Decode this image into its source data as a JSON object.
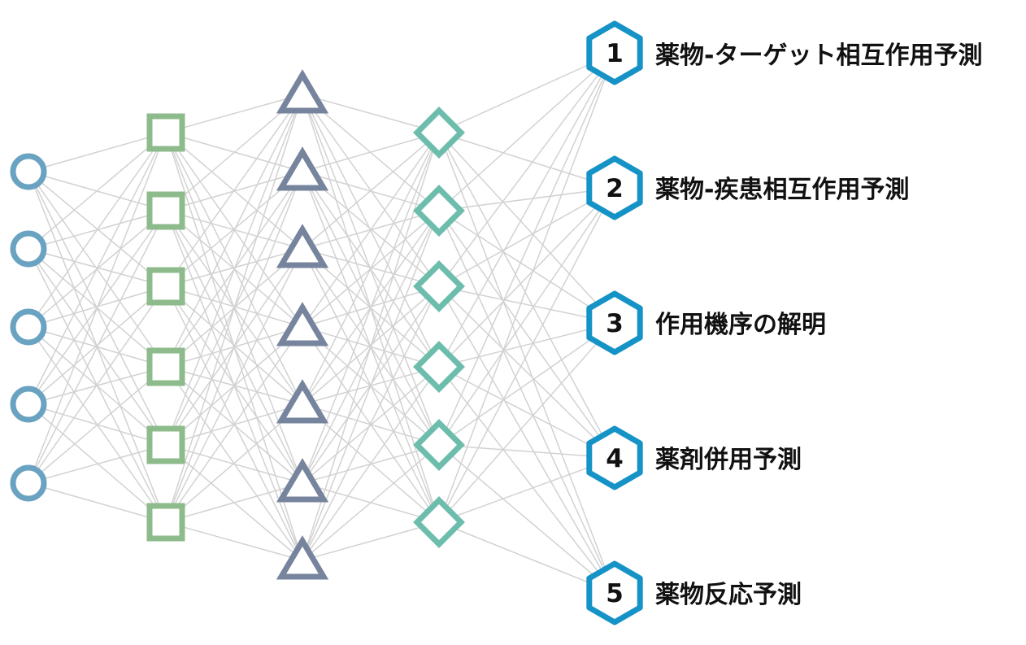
{
  "colors": {
    "edge": "#d2d2d2",
    "circle": "#6aa3c1",
    "square": "#8dbb8b",
    "triangle": "#77849d",
    "diamond": "#6dbdad",
    "hexagon": "#1693c6"
  },
  "layers": [
    {
      "shape": "circle",
      "count": 5
    },
    {
      "shape": "square",
      "count": 6
    },
    {
      "shape": "triangle",
      "count": 7
    },
    {
      "shape": "diamond",
      "count": 6
    },
    {
      "shape": "hexagon",
      "count": 5
    }
  ],
  "outputs": [
    {
      "number": "1",
      "label": "薬物-ターゲット相互作用予測"
    },
    {
      "number": "2",
      "label": "薬物-疾患相互作用予測"
    },
    {
      "number": "3",
      "label": "作用機序の解明"
    },
    {
      "number": "4",
      "label": "薬剤併用予測"
    },
    {
      "number": "5",
      "label": "薬物反応予測"
    }
  ]
}
